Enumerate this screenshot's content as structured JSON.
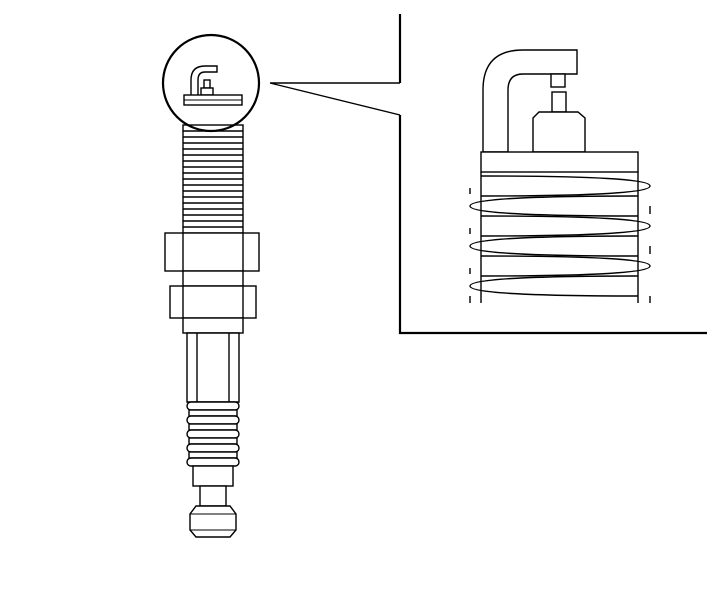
{
  "diagram": {
    "subject": "spark-plug",
    "views": [
      "full-view",
      "detail-view"
    ],
    "line_color": "#000000",
    "background_color": "#ffffff"
  }
}
